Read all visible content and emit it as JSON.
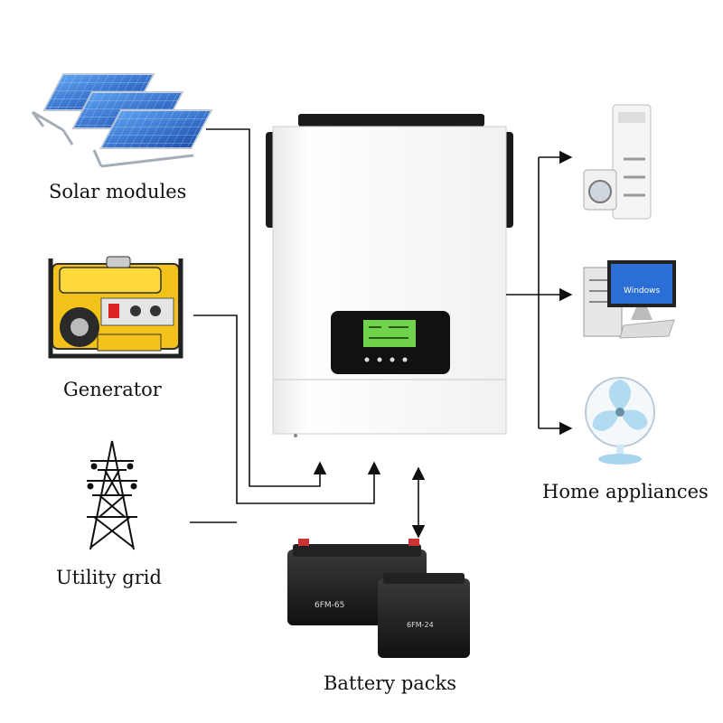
{
  "labels": {
    "solar": "Solar modules",
    "generator": "Generator",
    "grid": "Utility grid",
    "battery": "Battery packs",
    "appliances": "Home appliances"
  },
  "product_marks": {
    "battery_large": "6FM-65",
    "battery_small": "6FM-24",
    "os_logo": "Windows"
  },
  "colors": {
    "line": "#111111",
    "panel_blue": "#2b6fd6",
    "generator_yellow": "#f2c218",
    "inverter_body": "#f7f7f7",
    "lcd_green": "#6fd24a"
  }
}
